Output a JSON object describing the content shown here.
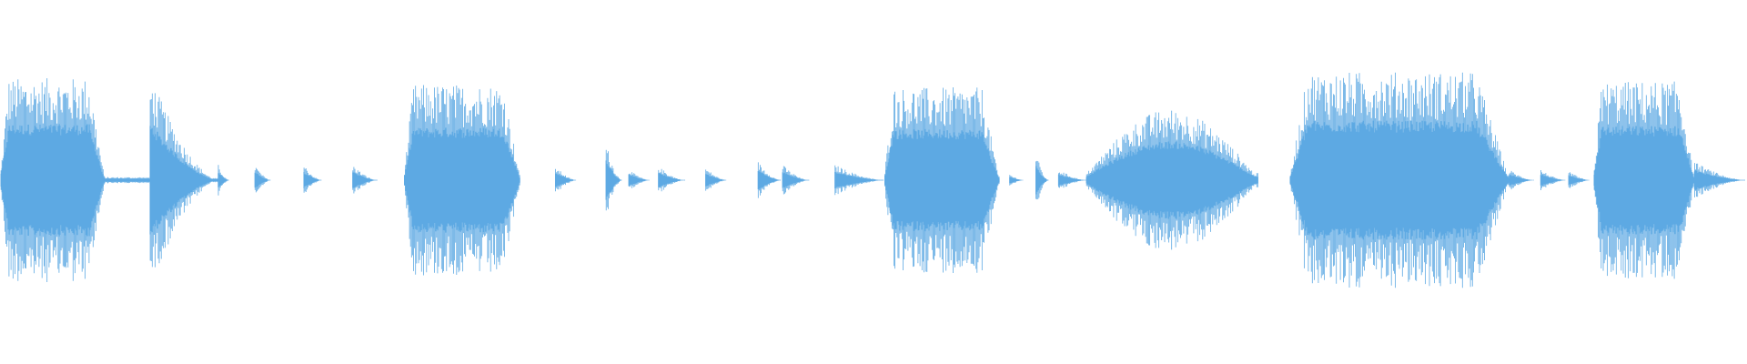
{
  "waveform": {
    "color": "#5DA9E3",
    "background": "#ffffff",
    "duration_fraction_total": 1.0,
    "segments": [
      {
        "start": 0.0,
        "end": 0.06,
        "amp": 0.66,
        "shape": "sustain"
      },
      {
        "start": 0.06,
        "end": 0.086,
        "amp": 0.02,
        "shape": "flat"
      },
      {
        "start": 0.086,
        "end": 0.125,
        "amp": 0.68,
        "shape": "decay"
      },
      {
        "start": 0.125,
        "end": 0.131,
        "amp": 0.1,
        "shape": "decay"
      },
      {
        "start": 0.146,
        "end": 0.155,
        "amp": 0.1,
        "shape": "decay"
      },
      {
        "start": 0.174,
        "end": 0.184,
        "amp": 0.1,
        "shape": "decay"
      },
      {
        "start": 0.202,
        "end": 0.216,
        "amp": 0.1,
        "shape": "decay"
      },
      {
        "start": 0.231,
        "end": 0.298,
        "amp": 0.62,
        "shape": "sustain"
      },
      {
        "start": 0.318,
        "end": 0.33,
        "amp": 0.09,
        "shape": "decay"
      },
      {
        "start": 0.347,
        "end": 0.356,
        "amp": 0.24,
        "shape": "decay"
      },
      {
        "start": 0.36,
        "end": 0.372,
        "amp": 0.07,
        "shape": "decay"
      },
      {
        "start": 0.377,
        "end": 0.392,
        "amp": 0.09,
        "shape": "decay"
      },
      {
        "start": 0.404,
        "end": 0.416,
        "amp": 0.08,
        "shape": "decay"
      },
      {
        "start": 0.434,
        "end": 0.447,
        "amp": 0.12,
        "shape": "decay"
      },
      {
        "start": 0.448,
        "end": 0.463,
        "amp": 0.1,
        "shape": "decay"
      },
      {
        "start": 0.478,
        "end": 0.506,
        "amp": 0.1,
        "shape": "decay"
      },
      {
        "start": 0.506,
        "end": 0.572,
        "amp": 0.6,
        "shape": "sustain"
      },
      {
        "start": 0.578,
        "end": 0.586,
        "amp": 0.04,
        "shape": "decay"
      },
      {
        "start": 0.593,
        "end": 0.6,
        "amp": 0.18,
        "shape": "decay"
      },
      {
        "start": 0.606,
        "end": 0.622,
        "amp": 0.07,
        "shape": "decay"
      },
      {
        "start": 0.622,
        "end": 0.72,
        "amp": 0.46,
        "shape": "swell"
      },
      {
        "start": 0.738,
        "end": 0.864,
        "amp": 0.7,
        "shape": "sustain"
      },
      {
        "start": 0.864,
        "end": 0.878,
        "amp": 0.07,
        "shape": "decay"
      },
      {
        "start": 0.882,
        "end": 0.896,
        "amp": 0.07,
        "shape": "decay"
      },
      {
        "start": 0.898,
        "end": 0.91,
        "amp": 0.06,
        "shape": "decay"
      },
      {
        "start": 0.912,
        "end": 0.97,
        "amp": 0.64,
        "shape": "sustain"
      },
      {
        "start": 0.97,
        "end": 0.999,
        "amp": 0.12,
        "shape": "decay"
      }
    ]
  }
}
